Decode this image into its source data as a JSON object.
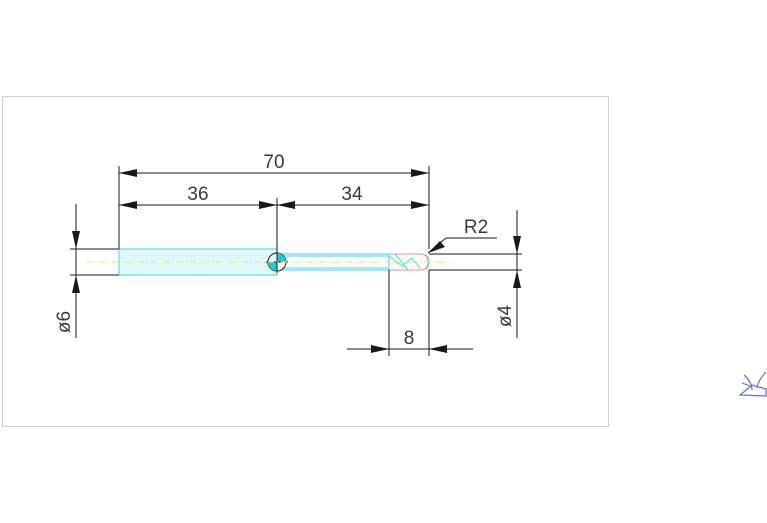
{
  "drawing": {
    "dimensions": {
      "overall_length": "70",
      "shank_length": "36",
      "neck_length": "34",
      "tip_length": "8",
      "tip_radius": "R2",
      "shank_diameter": "ø6",
      "tip_diameter": "ø4"
    }
  },
  "colors": {
    "geometry": "#3fd6e6",
    "centerline": "#e8e84a",
    "dimensions": "#1a1a1a",
    "tip_highlight": "#ff7f7f"
  },
  "icons": {
    "viewcube": "3d-view-icon"
  }
}
